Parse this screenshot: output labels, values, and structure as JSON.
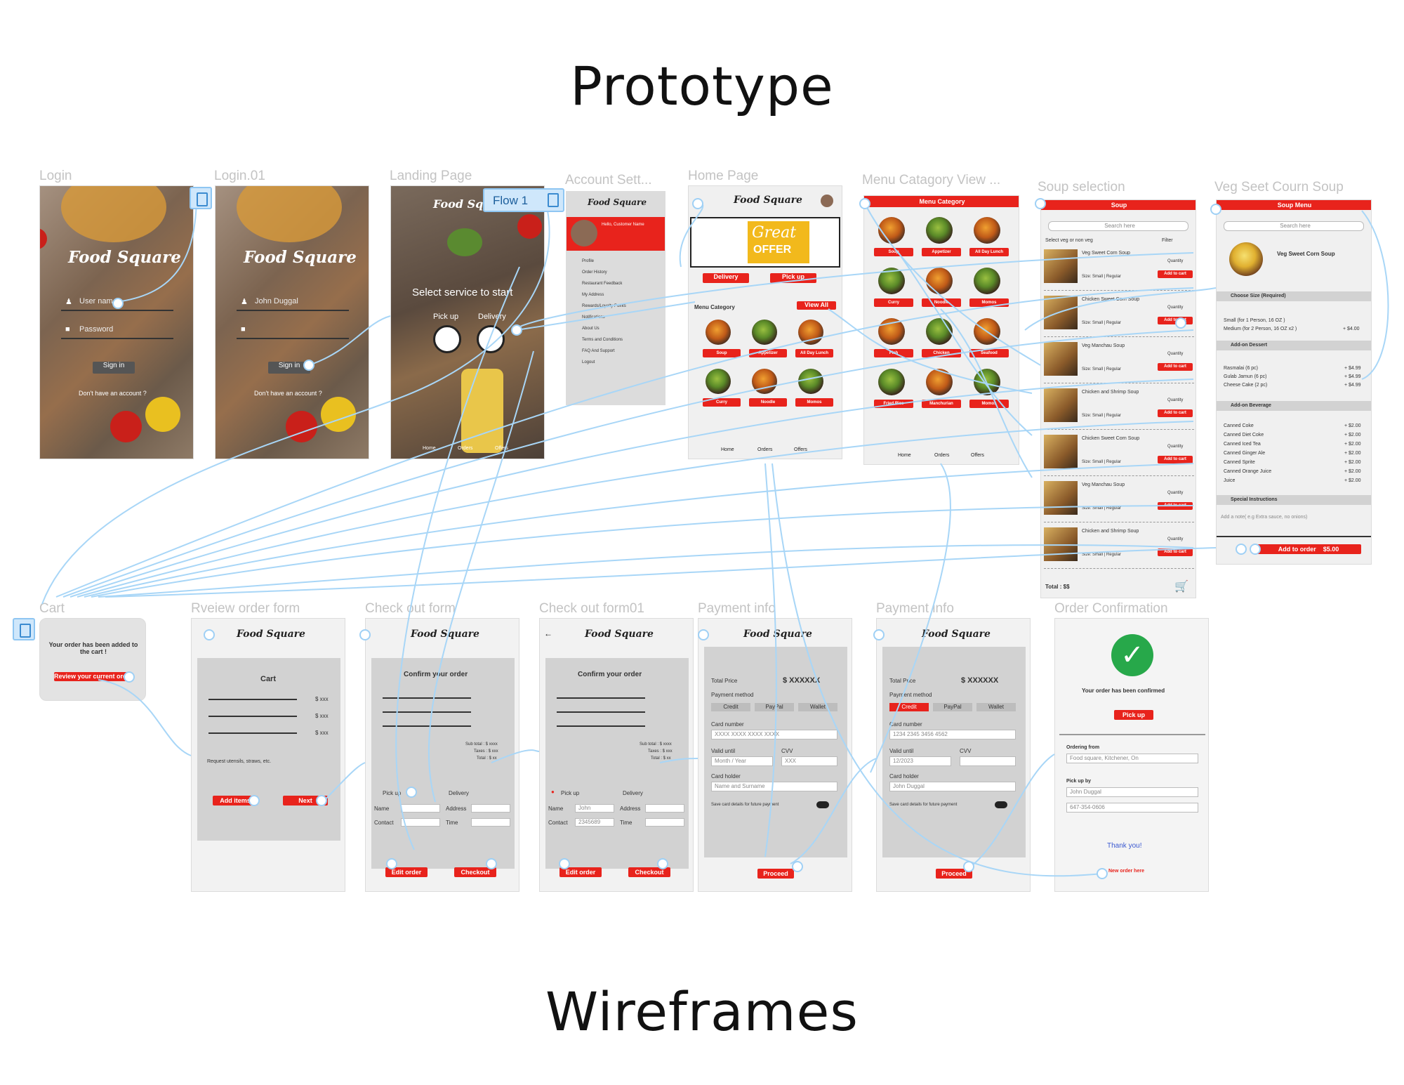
{
  "titles": {
    "top": "Prototype",
    "bottom": "Wireframes"
  },
  "flow": {
    "label": "Flow 1"
  },
  "colors": {
    "accent": "#e8231c",
    "wire": "#9fd0f5",
    "confirm": "#27a84a"
  },
  "frames": {
    "login": "Login",
    "login01": "Login.01",
    "landing": "Landing Page",
    "account": "Account Sett...",
    "home": "Home Page",
    "menu": "Menu Catagory View ...",
    "soup": "Soup selection",
    "veg": "Veg Seet Courn Soup",
    "cart": "Cart",
    "review": "Rveiew order form",
    "checkout": "Check out form",
    "checkout01": "Check out form01",
    "pay1": "Payment info",
    "pay2": "Payment info",
    "confirm": "Order Confirmation"
  },
  "brand": "Food Square",
  "login": {
    "user": "User nam",
    "password": "Password",
    "signin": "Sign in",
    "no_account": "Don't have an account ?"
  },
  "login01": {
    "user": "John Duggal",
    "signin": "Sign in",
    "no_account": "Don't have an account ?"
  },
  "landing": {
    "select": "Select service to start",
    "pickup": "Pick up",
    "delivery": "Delivery",
    "nav": [
      "Home",
      "Orders",
      "Offers"
    ]
  },
  "account": {
    "hello": "Hello, Customer Name",
    "items": [
      "Profile",
      "Order History",
      "Restaurant Feedback",
      "My Address",
      "Rewards/Loyalty Points",
      "Notifications",
      "About Us",
      "Terms and Conditions",
      "FAQ And Support",
      "Logout"
    ]
  },
  "home": {
    "offer1": "Great",
    "offer2": "OFFER",
    "delivery": "Delivery",
    "pickup": "Pick up",
    "menu_category": "Menu Category",
    "view_all": "View All",
    "nav": [
      "Home",
      "Orders",
      "Offers"
    ],
    "cats": [
      "Soup",
      "Appetizer",
      "All Day Lunch",
      "Curry",
      "Noodle",
      "Momos"
    ]
  },
  "menu": {
    "header": "Menu Category",
    "cats": [
      "Soup",
      "Appetizer",
      "All Day Lunch",
      "Curry",
      "Noodle",
      "Momos",
      "Fish",
      "Chicken",
      "Seafood",
      "Fried Rice",
      "Manchurian",
      "Momos"
    ],
    "nav": [
      "Home",
      "Orders",
      "Offers"
    ]
  },
  "soup": {
    "header": "Soup",
    "search": "Search here",
    "filter_label": "Select veg or non veg",
    "filter": "Filter",
    "items": [
      "Veg Sweet Corn Soup",
      "Chicken Sweet Corn Soup",
      "Veg Manchau Soup",
      "Chicken and Shrimp Soup",
      "Chicken Sweet Corn Soup",
      "Veg Manchau Soup",
      "Chicken and Shrimp Soup"
    ],
    "size": "Size: Small | Regular",
    "quantity": "Quantity",
    "add": "Add to cart",
    "total": "Total : $$"
  },
  "veg": {
    "header": "Soup Menu",
    "search": "Search here",
    "name": "Veg Sweet Corn Soup",
    "choose": "Choose Size (Required)",
    "sizes": [
      "Small (for 1 Person, 16 OZ )",
      "Medium (for 2 Person, 16 OZ x2 )"
    ],
    "size_price": "+ $4.00",
    "addon_dessert": "Add-on Dessert",
    "desserts": [
      "Rasmalai (6 pc)",
      "Gulab Jamun (6 pc)",
      "Cheese Cake (2 pc)"
    ],
    "dessert_prices": [
      "+ $4.99",
      "+ $4.99",
      "+ $4.99"
    ],
    "addon_bev": "Add-on Beverage",
    "bevs": [
      "Canned Coke",
      "Canned Diet Coke",
      "Canned Iced Tea",
      "Canned Ginger Ale",
      "Canned Sprite",
      "Canned Orange Juice",
      "Juice"
    ],
    "bev_prices": [
      "+ $2.00",
      "+ $2.00",
      "+ $2.00",
      "+ $2.00",
      "+ $2.00",
      "+ $2.00",
      "+ $2.00"
    ],
    "special": "Special Instructions",
    "note": "Add a note( e.g Extra sauce, no onions)",
    "add_order": "Add to order",
    "price": "$5.00"
  },
  "cart": {
    "msg": "Your order has been added to the cart !",
    "review": "Review your current order"
  },
  "review": {
    "cart": "Cart",
    "price": "$ xxx",
    "request": "Request utensils, straws, etc.",
    "add_items": "Add items",
    "next": "Next"
  },
  "checkout": {
    "confirm": "Confirm your order",
    "subtotal": "Sub total : $ xxxx",
    "taxes": "Taxes : $ xxx",
    "total": "Total : $ xx",
    "pickup": "Pick up",
    "delivery": "Delivery",
    "name": "Name",
    "address": "Address",
    "contact": "Contact",
    "time": "Time",
    "edit": "Edit order",
    "checkout": "Checkout",
    "name_val": "John",
    "contact_val": "2345689"
  },
  "pay": {
    "total": "Total Price",
    "amount": "$ XXXXXX",
    "method": "Payment method",
    "credit": "Credit",
    "paypal": "PayPal",
    "wallet": "Wallet",
    "card_number": "Card number",
    "card_ph": "XXXX XXXX XXXX XXXX",
    "valid": "Valid until",
    "month": "Month / Year",
    "cvv": "CVV",
    "cvv_ph": "XXX",
    "holder": "Card holder",
    "holder_ph": "Name and Surname",
    "save": "Save card details for future payment",
    "proceed": "Proceed",
    "card_val": "1234 2345 3456 4562",
    "valid_val": "12/2023",
    "holder_val": "John Duggal"
  },
  "confirm": {
    "msg": "Your order has been confirmed",
    "pickup": "Pick up",
    "ordering": "Ordering from",
    "place": "Food square, Kitchener, On",
    "pickup_by": "Pick up by",
    "person": "John Duggal",
    "phone": "647-354-0606",
    "thanks": "Thank you!",
    "new_order": "New order here"
  }
}
